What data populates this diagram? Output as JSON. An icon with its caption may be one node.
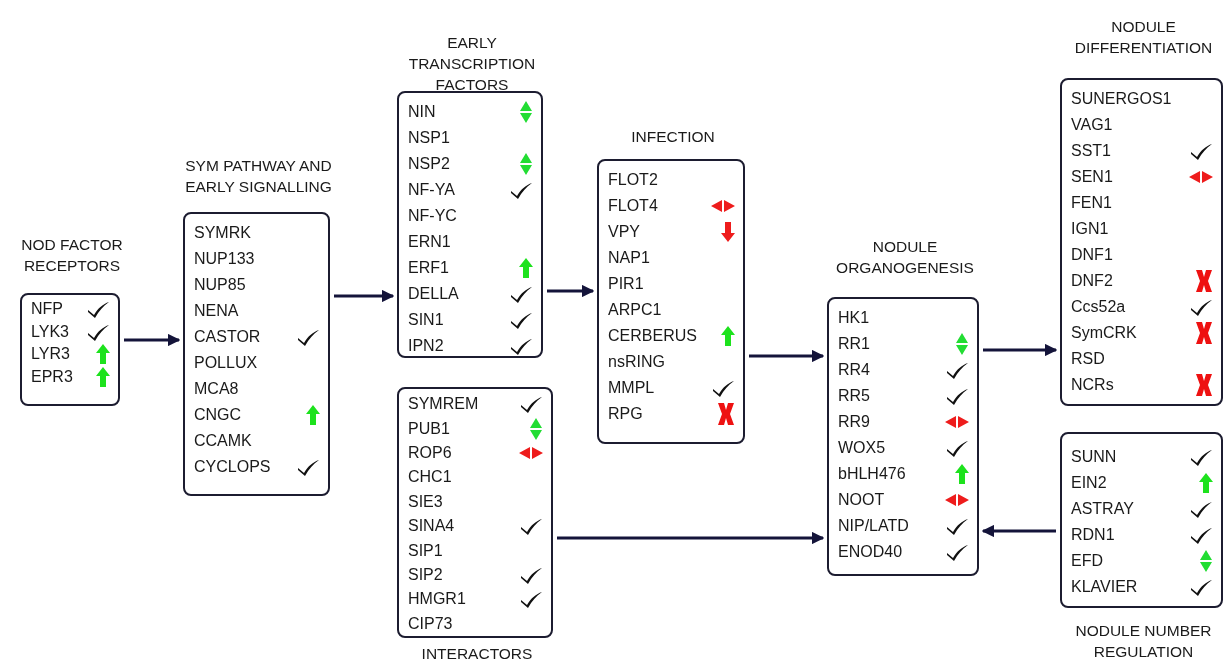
{
  "diagram": {
    "nodes": [
      {
        "text": [
          "NOD FACTOR RECEPTORS",
          "NFP",
          "LYK3",
          "LYR3",
          "EPR3"
        ]
      },
      {
        "text": [
          "SYM PATHWAY AND EARLY SIGNALLING",
          "SYMRK",
          "NUP133",
          "NUP85",
          "NENA",
          "CASTOR",
          "POLLUX",
          "MCA8",
          "CNGC",
          "CCAMK",
          "CYCLOPS"
        ]
      },
      {
        "text": [
          "EARLY TRANSCRIPTION FACTORS",
          "NIN",
          "NSP1",
          "NSP2",
          "NF-YA",
          "NF-YC",
          "ERN1",
          "ERF1",
          "DELLA",
          "SIN1",
          "IPN2"
        ]
      },
      {
        "text": [
          "SYMREM",
          "PUB1",
          "ROP6",
          "CHC1",
          "SIE3",
          "SINA4",
          "SIP1",
          "SIP2",
          "HMGR1",
          "CIP73",
          "INTERACTORS"
        ]
      },
      {
        "text": [
          "INFECTION",
          "FLOT2",
          "FLOT4",
          "VPY",
          "NAP1",
          "PIR1",
          "ARPC1",
          "CERBERUS",
          "nsRING",
          "MMPL",
          "RPG"
        ]
      },
      {
        "text": [
          "NODULE ORGANOGENESIS",
          "HK1",
          "RR1",
          "RR4",
          "RR5",
          "RR9",
          "WOX5",
          "bHLH476",
          "NOOT",
          "NIP/LATD",
          "ENOD40"
        ]
      },
      {
        "text": [
          "NODULE DIFFERENTIATION",
          "SUNERGOS1",
          "VAG1",
          "SST1",
          "SEN1",
          "FEN1",
          "IGN1",
          "DNF1",
          "DNF2",
          "Ccs52a",
          "SymCRK",
          "RSD",
          "NCRs"
        ]
      },
      {
        "text": [
          "SUNN",
          "EIN2",
          "ASTRAY",
          "RDN1",
          "EFD",
          "KLAVIER",
          "NODULE NUMBER REGULATION"
        ]
      }
    ],
    "edges": [
      {
        "from": 0,
        "to": 1,
        "arrow": "to"
      },
      {
        "from": 1,
        "to": 2,
        "arrow": "to"
      },
      {
        "from": 2,
        "to": 4,
        "arrow": "to"
      },
      {
        "from": 4,
        "to": 5,
        "arrow": "to"
      },
      {
        "from": 5,
        "to": 6,
        "arrow": "to"
      },
      {
        "from": 3,
        "to": 5,
        "arrow": "to"
      },
      {
        "from": 7,
        "to": 5,
        "arrow": "to"
      }
    ]
  }
}
